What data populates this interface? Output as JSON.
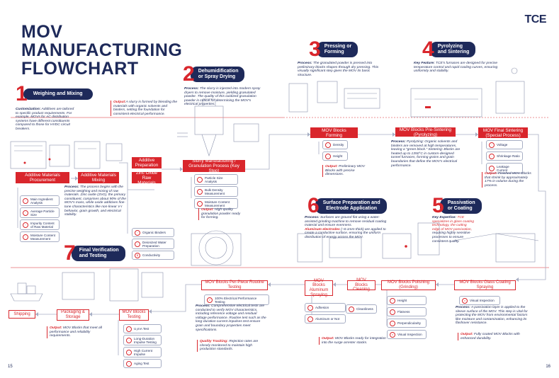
{
  "header": {
    "title_line1": "MOV MANUFACTURING",
    "title_line2": "FLOWCHART",
    "logo": "TCE",
    "page_left": "15",
    "page_right": "16"
  },
  "steps": {
    "s1": {
      "num": "1",
      "title": "Weighing and Mixing"
    },
    "s2": {
      "num": "2",
      "title_l1": "Dehumidification",
      "title_l2": "or Spray Drying"
    },
    "s3": {
      "num": "3",
      "title_l1": "Pressing or",
      "title_l2": "Forming"
    },
    "s4": {
      "num": "4",
      "title_l1": "Pyrolyzing",
      "title_l2": "and Sintering"
    },
    "s5": {
      "num": "5",
      "title_l1": "Passivation",
      "title_l2": "or Coating"
    },
    "s6": {
      "num": "6",
      "title_l1": "Surface Preparation and",
      "title_l2": "Electrode Application"
    },
    "s7": {
      "num": "7",
      "title_l1": "Final Verification",
      "title_l2": "and Testing"
    }
  },
  "text": {
    "customization_label": "Customization:",
    "customization": "Additives are tailored to specific product requirements. For example, MOVs for AC distribution systems have different constituents compared to those for HVDC circuit breakers.",
    "output1_label": "Output:",
    "output1": "A slurry is formed by blending the materials with organic solvents and binders, setting the foundation for consistent electrical performance.",
    "process2_label": "Process:",
    "process2": "The slurry is injected into modern spray dryers to remove moisture, yielding granulated powder. The quality of this oxidized granulation powder is critical for determining the MOV's electrical properties.",
    "process3_label": "Process:",
    "process3": "The granulated powder is pressed into preliminary blocks shapes through dry pressing. This visually significant step gives the MOV its basic structure.",
    "keyfeature4_label": "Key Feature:",
    "keyfeature4": "TCE's furnaces are designed for precise temperature control and rapid cooling curves, ensuring uniformity and stability.",
    "process1_label": "Process:",
    "process1": "The process begins with the precise weighing and mixing of raw materials. Zinc oxide (ZnO), the primary constituent, comprises about 90% of the MOV's mass, while oxide additives fine-tune characteristics like non-linear V-I behavior, grain growth, and electrical stability.",
    "output_slurry_label": "Output:",
    "output_slurry": "High-quality granulation powder ready for forming.",
    "output_forming_label": "Output:",
    "output_forming": "Preliminary MOV Blocks with precise dimensions.",
    "process_sinter_label": "Process:",
    "process_sinter": "Pyrolyzing: Organic solvents and binders are removed at high temperatures, leaving a \"green block.\" Sintering: Blocks are heated up to 1350°C in custom-designed tunnel furnaces, forming grains and grain boundaries that define the MOV's electrical performance.",
    "output_final_sinter_label": "Output:",
    "output_final_sinter": "Finished MOV Blocks that shrink by approximately 17% in volume during the process.",
    "process6_label": "Process:",
    "process6": "Surfaces are ground flat using a water-assisted grinding machine to remove residual coating material and ensure evenness.",
    "aluminum_label": "Aluminum electrodes",
    "aluminum": "(~0.1mm thick) are applied to create a conductive surface, ensuring the uniform distribution of energy across the MOV.",
    "keyexpertise5_label": "Key Expertise:",
    "keyexpertise5_red": "TCE specializes in glass coating technology, the cutting edge of MOV passivation,",
    "keyexpertise5": "requiring highly sensitive processes to ensure consistent quality.",
    "process_passivation_label": "Process:",
    "process_passivation": "A passivation layer is applied to the sleeve surface of the MOV. This step is vital for protecting the MOV from environmental factors like moisture and contamination, enhancing its flashover resistance.",
    "output_passivation_label": "Output:",
    "output_passivation": "Fully coated MOV Blocks with enhanced durability.",
    "output_aluminum_label": "Output:",
    "output_aluminum": "MOV Blocks ready for integration into the surge arrester stacks.",
    "process_routine_label": "Process:",
    "process_routine": "Comprehensive electrical tests are conducted to verify MOV characteristics, including reference voltage and residual voltage performance. Routine test such as the long-duration current impulses test ensure grain and boundary properties meet specifications.",
    "quality_label": "Quality Tracking:",
    "quality": "Rejection rates are closely monitored to maintain high production standards.",
    "output_packaging_label": "Output:",
    "output_packaging": "MOV Blocks that meet all performance and reliability requirements."
  },
  "boxes": {
    "additive_proc": "Additive Materials Procurement",
    "additive_mix": "Additive Materials Mixing",
    "additive_prep": "Additive Preparation",
    "zinc_oxide": "Zinc Oxide Raw Materials",
    "slurry": "Slurry Manufacturing / Granulation Process (Key Step)",
    "forming": "MOV Blocks Forming",
    "presintering": "MOV Blocks Pre-Sintering (Pyrolyzing)",
    "final_sintering": "MOV Final Sintering (Special Process)",
    "routine": "MOV Blocks Per-Piece Routine Testing",
    "aluminum": "MOV Blocks Aluminum Spraying",
    "cleaning": "MOV Blocks Cleaning",
    "polishing": "MOV Blocks Polishing (Grinding)",
    "glass": "MOV Blocks Glass Coating Spraying",
    "shipping": "Shipping",
    "packaging": "Packaging & Storage",
    "mov_testing": "MOV Blocks Testing"
  },
  "chips": {
    "mix_params": [
      "Main Ingredient Analysis",
      "Average Particle Size",
      "Impurity Content of Raw Material",
      "Moisture Content Measurement"
    ],
    "additive_params": [
      "Organic Binders",
      "Deionized Water Preparation",
      "Conductivity"
    ],
    "slurry_params": [
      "Particle Size Analysis",
      "Bulk Density Measurement",
      "Moisture Content Measurement"
    ],
    "forming_params": [
      "Density",
      "Height"
    ],
    "sinter_params": [
      "Voltage",
      "Shrinkage Ratio",
      "Leakage Current"
    ],
    "routine_params": [
      "100% Electrical Performance Testing"
    ],
    "aluminum_params": [
      "Adhesion",
      "Aluminum or Not"
    ],
    "cleaning_params": [
      "Cleanliness"
    ],
    "polishing_params": [
      "Height",
      "Flatness",
      "Perpendicularity",
      "Visual Inspection"
    ],
    "glass_params": [
      "Visual Inspection"
    ],
    "testing_params": [
      "U₁mA Test",
      "Long-Duration Impulse Testing",
      "High Current Impulse",
      "Aging Test"
    ]
  },
  "colors": {
    "navy": "#1e2a5a",
    "red": "#d9262c",
    "line": "#a7aec4"
  }
}
